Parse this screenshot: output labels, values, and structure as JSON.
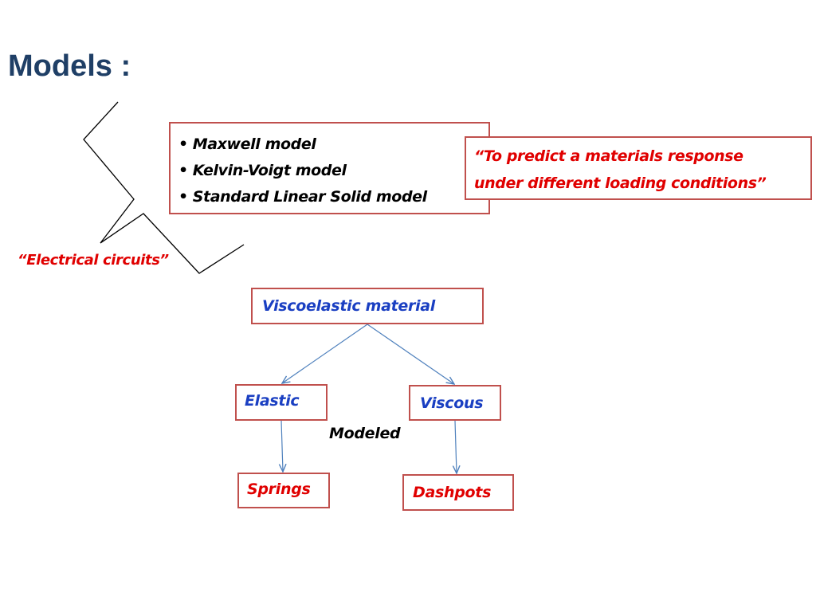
{
  "title": "Models :",
  "models_list": [
    "Maxwell model",
    "Kelvin-Voigt model",
    "Standard Linear  Solid model"
  ],
  "bullet": "•",
  "purpose_quote": {
    "line1": "“To predict a materials response",
    "line2": "under different loading conditions”"
  },
  "electrical_circuits": "“Electrical circuits”",
  "diagram": {
    "root": "Viscoelastic material",
    "left_branch": "Elastic",
    "right_branch": "Viscous",
    "relation": "Modeled",
    "left_model": "Springs",
    "right_model": "Dashpots"
  },
  "colors": {
    "title": "#1f3f66",
    "box_border": "#c0504d",
    "red_text": "#e00000",
    "blue_text": "#1a3fc2",
    "arrow": "#4f81bd"
  }
}
